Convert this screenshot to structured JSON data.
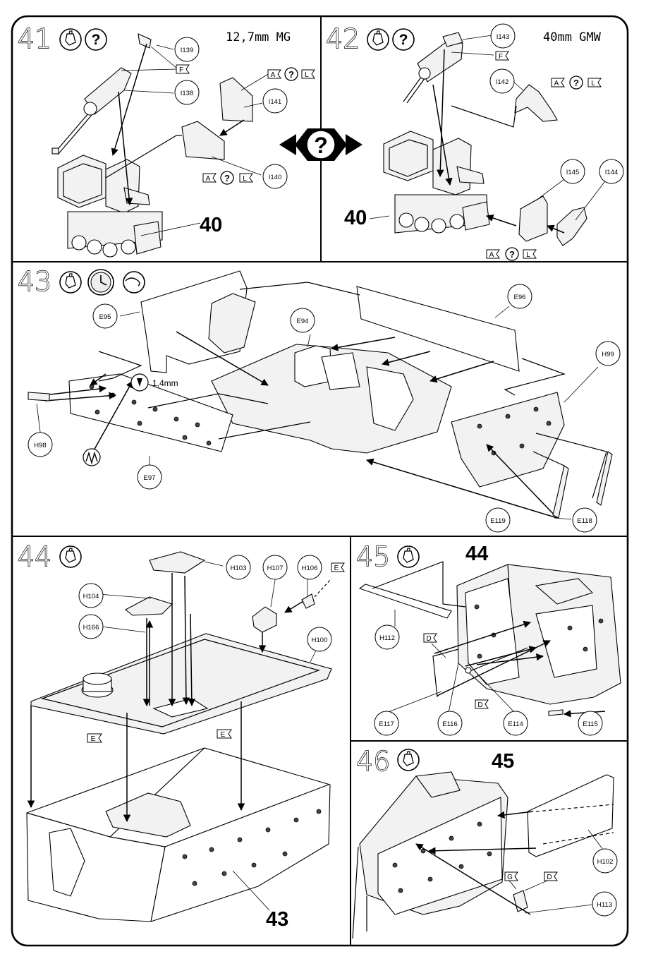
{
  "steps": [
    {
      "number": "41",
      "title": "12,7mm MG",
      "parts": [
        "I139",
        "I138",
        "I141",
        "I140"
      ],
      "tags": [
        "F",
        "A",
        "L",
        "A",
        "L"
      ],
      "ref": "40"
    },
    {
      "number": "42",
      "title": "40mm GMW",
      "parts": [
        "I143",
        "I142",
        "I145",
        "I144"
      ],
      "tags": [
        "F",
        "A",
        "L",
        "A",
        "L"
      ],
      "ref": "40"
    },
    {
      "number": "43",
      "parts": [
        "E95",
        "E94",
        "E96",
        "H99",
        "H98",
        "E97",
        "E119",
        "E118"
      ],
      "note": "1,4mm"
    },
    {
      "number": "44",
      "parts": [
        "H103",
        "H107",
        "H106",
        "H104",
        "H166",
        "H100"
      ],
      "tags": [
        "E",
        "E",
        "E"
      ],
      "ref": "43"
    },
    {
      "number": "45",
      "parts": [
        "H112",
        "E117",
        "E116",
        "E114",
        "E115"
      ],
      "tags": [
        "D",
        "D"
      ],
      "ref": "44"
    },
    {
      "number": "46",
      "parts": [
        "H102",
        "H113"
      ],
      "tags": [
        "G",
        "D"
      ],
      "ref": "45"
    }
  ],
  "icons": {
    "glue": "glue-tube-icon",
    "optional": "question-mark-icon",
    "clock": "clock-icon",
    "decal": "decal-slide-icon",
    "choice": "option-choice-icon"
  },
  "colors": {
    "ink": "#000000",
    "paper": "#ffffff",
    "part_fill": "#f2f2f2"
  }
}
